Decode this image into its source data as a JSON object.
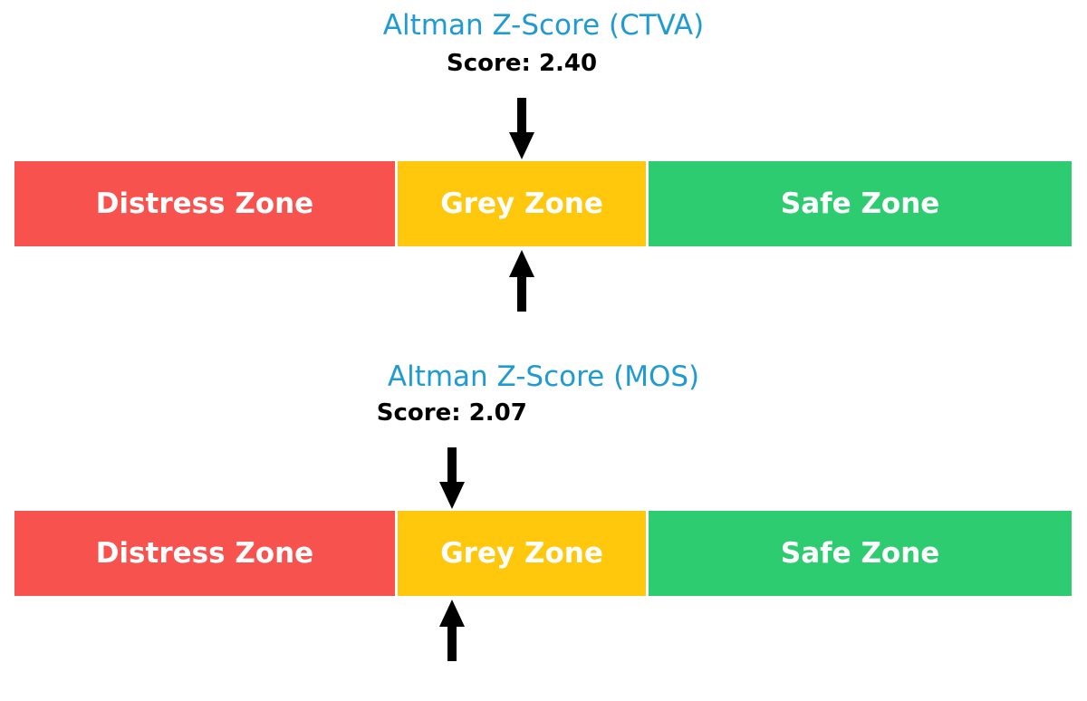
{
  "figure": {
    "background": "#FFFFFF"
  },
  "colors": {
    "title": "#1F9BD2",
    "score_text": "#000000",
    "arrow": "#000000",
    "zone_label_text": "#FFFFFF"
  },
  "chart_data": [
    {
      "type": "bar",
      "subtype": "zone-indicator-gauge",
      "title": "Altman Z-Score (CTVA)",
      "score": 2.4,
      "score_label": "Score: 2.40",
      "axis_range": [
        0,
        5
      ],
      "axis_visible": false,
      "pointer_icons": [
        "down-arrow",
        "up-arrow"
      ],
      "zones": [
        {
          "label": "Distress Zone",
          "min": 0,
          "max": 1.81,
          "color": "#F8524E"
        },
        {
          "label": "Grey Zone",
          "min": 1.81,
          "max": 2.99,
          "color": "#FFC80D"
        },
        {
          "label": "Safe Zone",
          "min": 2.99,
          "max": 5.0,
          "color": "#2ECC71"
        }
      ]
    },
    {
      "type": "bar",
      "subtype": "zone-indicator-gauge",
      "title": "Altman Z-Score (MOS)",
      "score": 2.07,
      "score_label": "Score: 2.07",
      "axis_range": [
        0,
        5
      ],
      "axis_visible": false,
      "pointer_icons": [
        "down-arrow",
        "up-arrow"
      ],
      "zones": [
        {
          "label": "Distress Zone",
          "min": 0,
          "max": 1.81,
          "color": "#F8524E"
        },
        {
          "label": "Grey Zone",
          "min": 1.81,
          "max": 2.99,
          "color": "#FFC80D"
        },
        {
          "label": "Safe Zone",
          "min": 2.99,
          "max": 5.0,
          "color": "#2ECC71"
        }
      ]
    }
  ]
}
